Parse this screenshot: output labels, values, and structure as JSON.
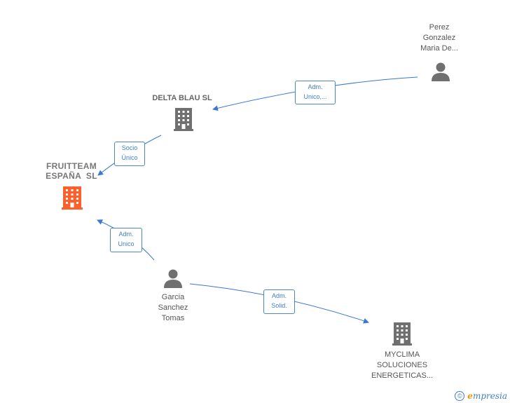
{
  "colors": {
    "edge": "#3a78d4",
    "company_icon": "#707070",
    "main_company_icon": "#ff5f2a",
    "person_icon": "#707070"
  },
  "nodes": {
    "fruitteam": {
      "line1": "FRUITTEAM",
      "line2": "ESPAÑA  SL",
      "icon": "building-icon"
    },
    "delta_blau": {
      "name": "DELTA BLAU SL",
      "icon": "building-icon"
    },
    "perez": {
      "line1": "Perez",
      "line2": "Gonzalez",
      "line3": "Maria De...",
      "icon": "person-icon"
    },
    "garcia": {
      "line1": "Garcia",
      "line2": "Sanchez",
      "line3": "Tomas",
      "icon": "person-icon"
    },
    "myclima": {
      "line1": "MYCLIMA",
      "line2": "SOLUCIONES",
      "line3": "ENERGETICAS...",
      "icon": "building-icon"
    }
  },
  "edges": {
    "perez_delta": {
      "line1": "Adm.",
      "line2": "Unico,..."
    },
    "delta_fruit": {
      "line1": "Socio",
      "line2": "Único"
    },
    "garcia_fruit": {
      "line1": "Adm.",
      "line2": "Unico"
    },
    "garcia_myclima": {
      "line1": "Adm.",
      "line2": "Solid."
    }
  },
  "footer": {
    "copyright": "©",
    "brand_first": "e",
    "brand_rest": "mpresia"
  }
}
